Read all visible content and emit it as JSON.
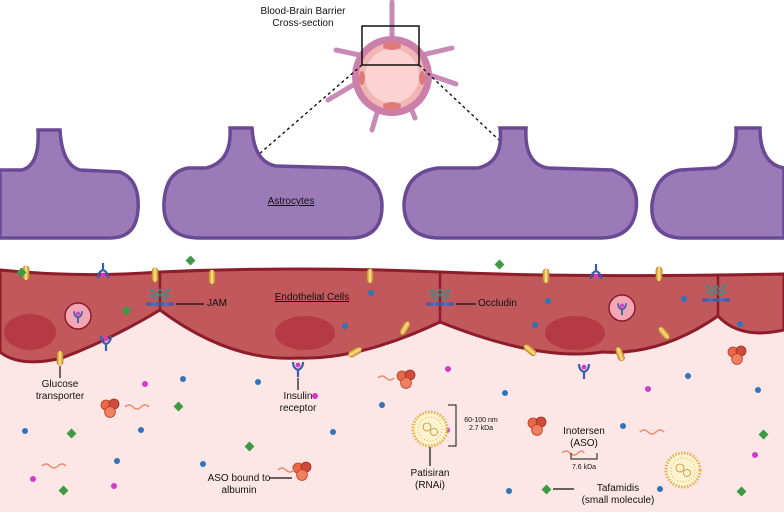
{
  "title": {
    "line1": "Blood-Brain Barrier",
    "line2": "Cross-section"
  },
  "labels": {
    "astrocytes": "Astrocytes",
    "endothelial": "Endothelial Cells",
    "jam": "JAM",
    "occludin": "Occludin",
    "glucose1": "Glucose",
    "glucose2": "transporter",
    "insulin1": "Insulin",
    "insulin2": "receptor",
    "aso_alb1": "ASO bound to",
    "aso_alb2": "albumin",
    "patisiran1": "Patisiran",
    "patisiran2": "(RNAi)",
    "size1": "60-100 nm",
    "size2": "2.7 kDa",
    "inotersen1": "Inotersen",
    "inotersen2": "(ASO)",
    "kda": "7.6 kDa",
    "tafamidis1": "Tafamidis",
    "tafamidis2": "(small molecule)"
  },
  "colors": {
    "astrocyte_fill": "#9b7ab8",
    "astrocyte_stroke": "#6a4a96",
    "endothelium_fill": "#c0585c",
    "endothelium_stroke": "#8e1d2a",
    "nucleus": "#b53a45",
    "lumen": "#fde6e6",
    "vessel_ring": "#c88bb8",
    "magenta_dot": "#d43cc8",
    "blue_dot": "#2f73b8",
    "green_diamond": "#3f9a46",
    "transporter": "#e8b14a",
    "receptor": "#3b5fa8",
    "albumin": "#e8694a"
  },
  "icons": [
    "glucose-transporter-icon",
    "insulin-receptor-icon",
    "tight-junction-icon",
    "lipid-nanoparticle-icon",
    "albumin-icon",
    "oligonucleotide-icon",
    "small-molecule-icon"
  ]
}
